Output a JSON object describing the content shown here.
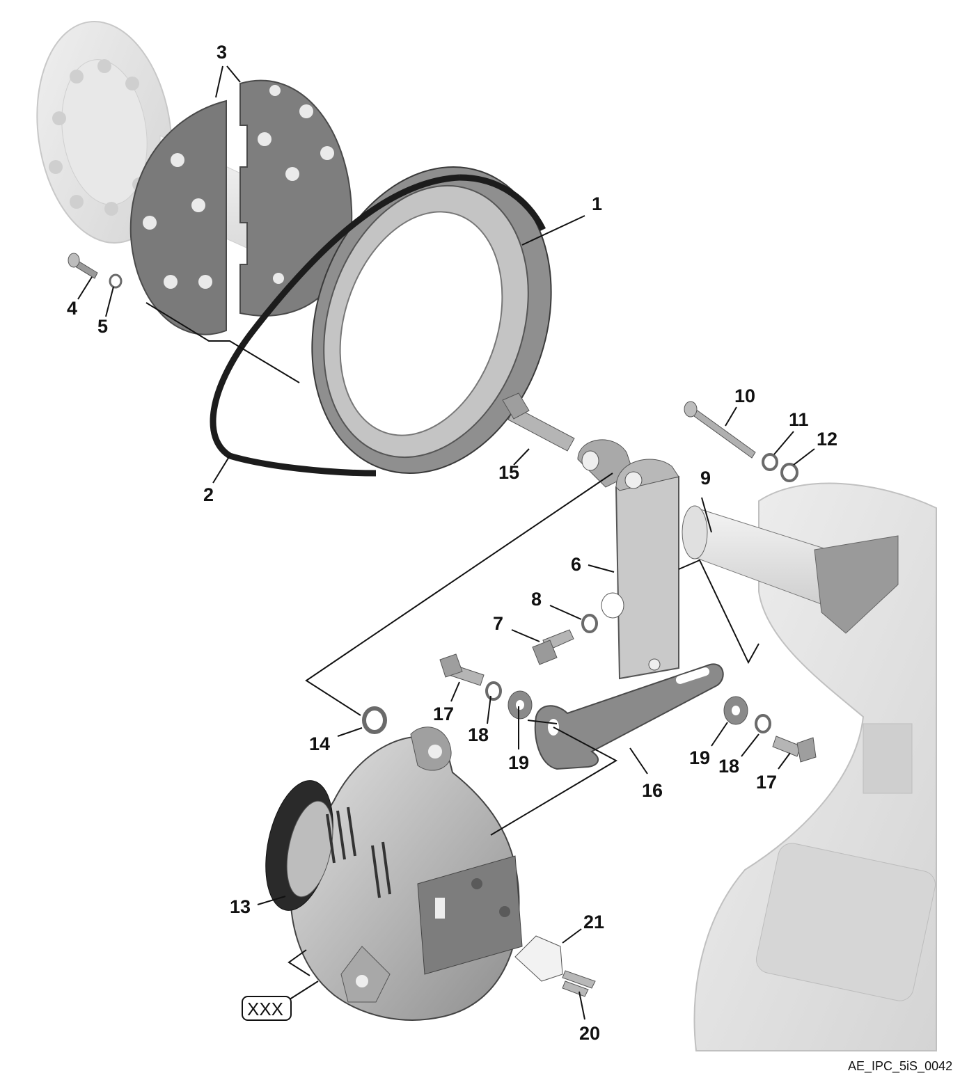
{
  "document_id": "AE_IPC_5iS_0042",
  "reference_box": "XXX",
  "callouts": [
    "1",
    "2",
    "3",
    "4",
    "5",
    "6",
    "7",
    "8",
    "9",
    "10",
    "11",
    "12",
    "13",
    "14",
    "15",
    "16",
    "17",
    "18",
    "19",
    "20",
    "21"
  ],
  "colors": {
    "part_light": "#d9d9d9",
    "part_mid": "#a9a9a9",
    "part_dark": "#6e6e6e",
    "belt": "#1c1c1c",
    "ghost": "#e6e6e6",
    "ghost_edge": "#cfcfcf"
  }
}
